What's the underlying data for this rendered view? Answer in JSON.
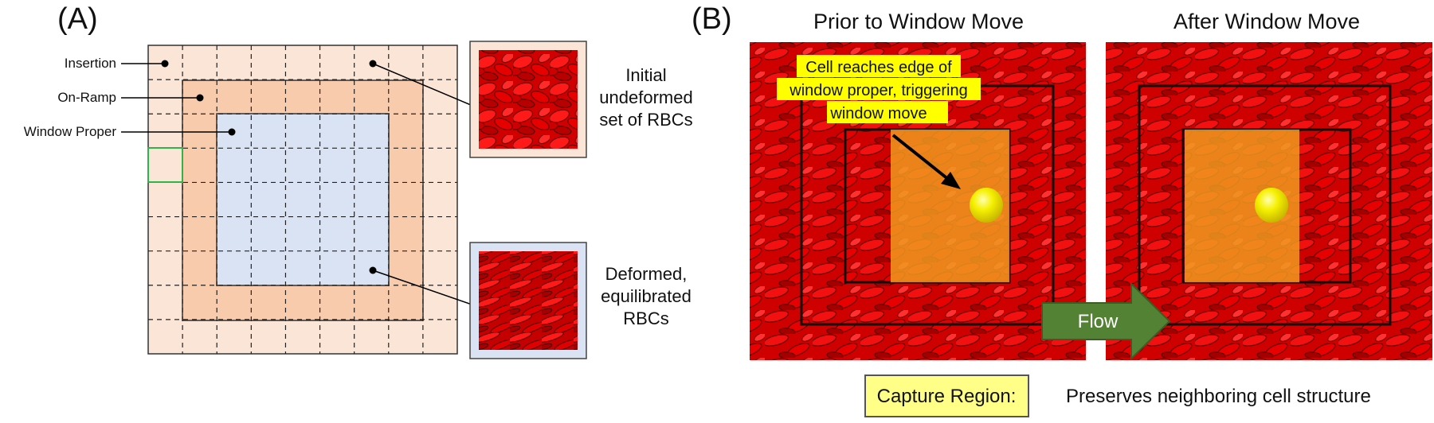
{
  "panel_a": {
    "label": "(A)",
    "labels": {
      "insertion": "Insertion",
      "on_ramp": "On-Ramp",
      "window_proper": "Window Proper"
    },
    "initial_text": [
      "Initial",
      "undeformed",
      "set of RBCs"
    ],
    "deformed_text": [
      "Deformed,",
      "equilibrated",
      "RBCs"
    ]
  },
  "panel_b": {
    "label": "(B)",
    "prior_title": "Prior to Window Move",
    "after_title": "After Window Move",
    "annotation": [
      "Cell reaches edge of",
      "window proper, triggering",
      "window move"
    ],
    "flow_label": "Flow",
    "legend_label": "Capture Region:",
    "legend_description": "Preserves neighboring cell structure"
  },
  "colors": {
    "insertion": "#fbe5d6",
    "on_ramp": "#f8cbad",
    "window_proper": "#dae3f3",
    "blood_red": "#cc0000",
    "capture_region": "#f0a020",
    "flow_arrow": "#548235",
    "highlight_yellow": "#ffff00",
    "legend_yellow": "#ffff88"
  }
}
